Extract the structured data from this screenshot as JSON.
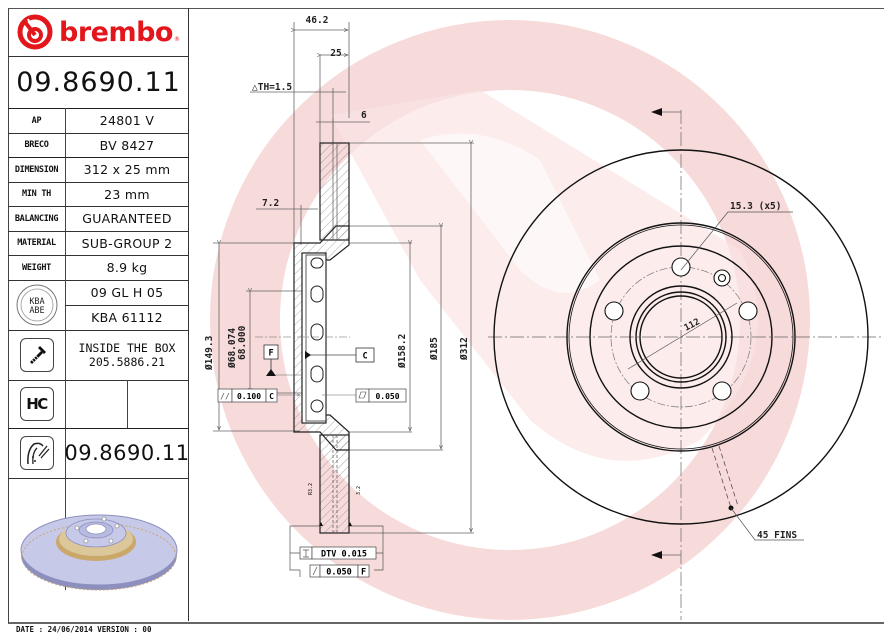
{
  "brand": {
    "name": "brembo",
    "color": "#e3161c"
  },
  "part_number": "09.8690.11",
  "specs": [
    {
      "label": "AP",
      "value": "24801 V"
    },
    {
      "label": "BRECO",
      "value": "BV 8427"
    },
    {
      "label": "DIMENSION",
      "value": "312 x 25 mm"
    },
    {
      "label": "MIN TH",
      "value": "23 mm"
    },
    {
      "label": "BALANCING",
      "value": "GUARANTEED"
    },
    {
      "label": "MATERIAL",
      "value": "SUB-GROUP 2"
    },
    {
      "label": "WEIGHT",
      "value": "8.9 kg"
    }
  ],
  "kba": {
    "icon": "kba-abe-seal-icon",
    "icon_text_1": "KBA",
    "icon_text_2": "ABE",
    "line1": "09 GL H 05",
    "line2": "KBA 61112"
  },
  "screw": {
    "icon": "screw-icon",
    "line1": "INSIDE THE BOX",
    "line2": "205.5886.21"
  },
  "hc": {
    "icon": "hc-badge-icon",
    "text": "HC"
  },
  "disc_row": {
    "icon": "brake-disc-icon",
    "part_number": "09.8690.11"
  },
  "footer": {
    "text": "DATE : 24/06/2014 VERSION : 00"
  },
  "drawing": {
    "section": {
      "dim_overall_height": "46.2",
      "dim_thickness": "25",
      "delta_th": "△TH=1.5",
      "dim_vane": "6",
      "dim_hat": "7.2",
      "dia_149": "Ø149.3",
      "dia_bore_max": "Ø68.074",
      "dia_bore_min": "68.000",
      "dia_158": "Ø158.2",
      "dia_185": "Ø185",
      "dia_312": "Ø312",
      "datum_f": "F",
      "datum_c": "C",
      "tol_parallel": "0.100",
      "tol_parallel_ref": "C",
      "tol_flatness": "0.050",
      "tol_dtv": "DTV 0.015",
      "tol_runout": "0.050",
      "tol_runout_ref": "F",
      "surface_left": "R3.2",
      "surface_right": "3.2"
    },
    "front": {
      "bolt_holes": "15.3 (x5)",
      "pcd": "112",
      "fins": "45 FINS"
    }
  }
}
